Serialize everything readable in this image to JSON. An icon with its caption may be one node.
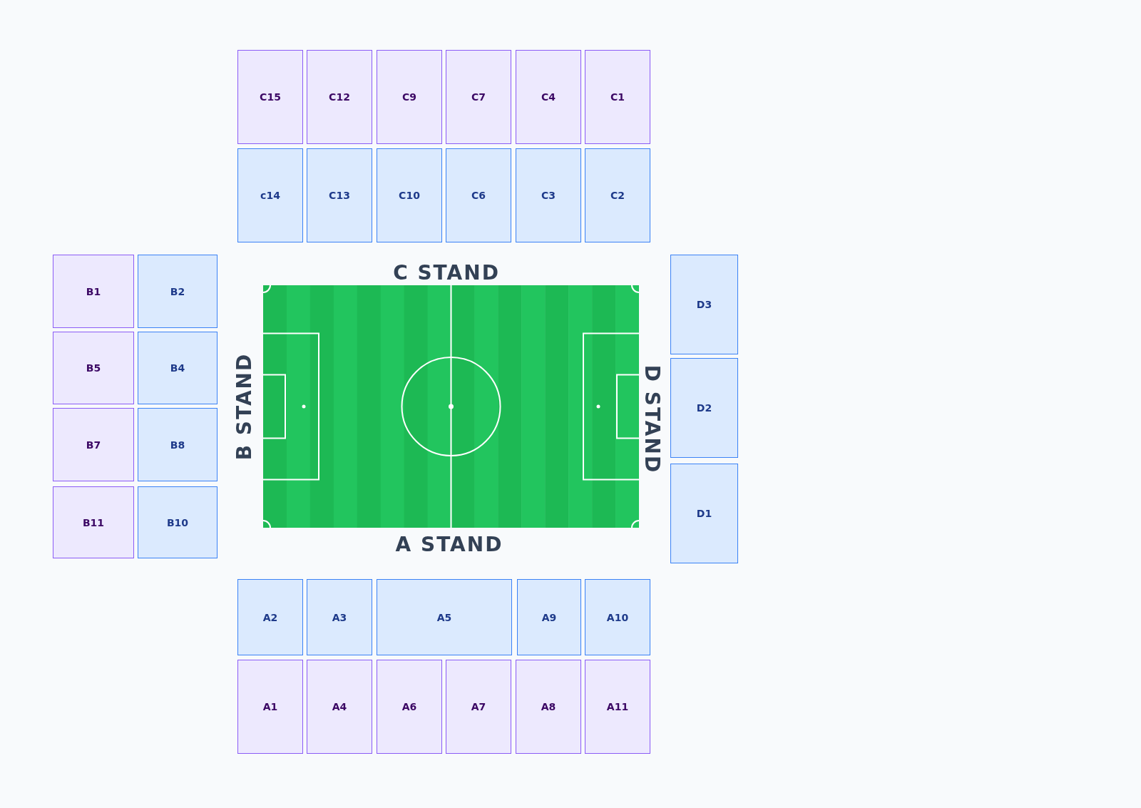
{
  "diagram": {
    "nodes": [
      {
        "text": [
          "C15"
        ]
      },
      {
        "text": [
          "C12"
        ]
      },
      {
        "text": [
          "C9"
        ]
      },
      {
        "text": [
          "C7"
        ]
      },
      {
        "text": [
          "C4"
        ]
      },
      {
        "text": [
          "C1"
        ]
      },
      {
        "text": [
          "c14"
        ]
      },
      {
        "text": [
          "C13"
        ]
      },
      {
        "text": [
          "C10"
        ]
      },
      {
        "text": [
          "C6"
        ]
      },
      {
        "text": [
          "C3"
        ]
      },
      {
        "text": [
          "C2"
        ]
      },
      {
        "text": [
          "B1"
        ]
      },
      {
        "text": [
          "B2"
        ]
      },
      {
        "text": [
          "B5"
        ]
      },
      {
        "text": [
          "B4"
        ]
      },
      {
        "text": [
          "B7"
        ]
      },
      {
        "text": [
          "B8"
        ]
      },
      {
        "text": [
          "B11"
        ]
      },
      {
        "text": [
          "B10"
        ]
      },
      {
        "text": [
          "D3"
        ]
      },
      {
        "text": [
          "D2"
        ]
      },
      {
        "text": [
          "D1"
        ]
      },
      {
        "text": [
          "A2"
        ]
      },
      {
        "text": [
          "A3"
        ]
      },
      {
        "text": [
          "A5"
        ]
      },
      {
        "text": [
          "A9"
        ]
      },
      {
        "text": [
          "A10"
        ]
      },
      {
        "text": [
          "A1"
        ]
      },
      {
        "text": [
          "A4"
        ]
      },
      {
        "text": [
          "A6"
        ]
      },
      {
        "text": [
          "A7"
        ]
      },
      {
        "text": [
          "A8"
        ]
      },
      {
        "text": [
          "A11"
        ]
      }
    ],
    "labels": [
      "C STAND",
      "B STAND",
      "D STAND",
      "A STAND"
    ]
  }
}
